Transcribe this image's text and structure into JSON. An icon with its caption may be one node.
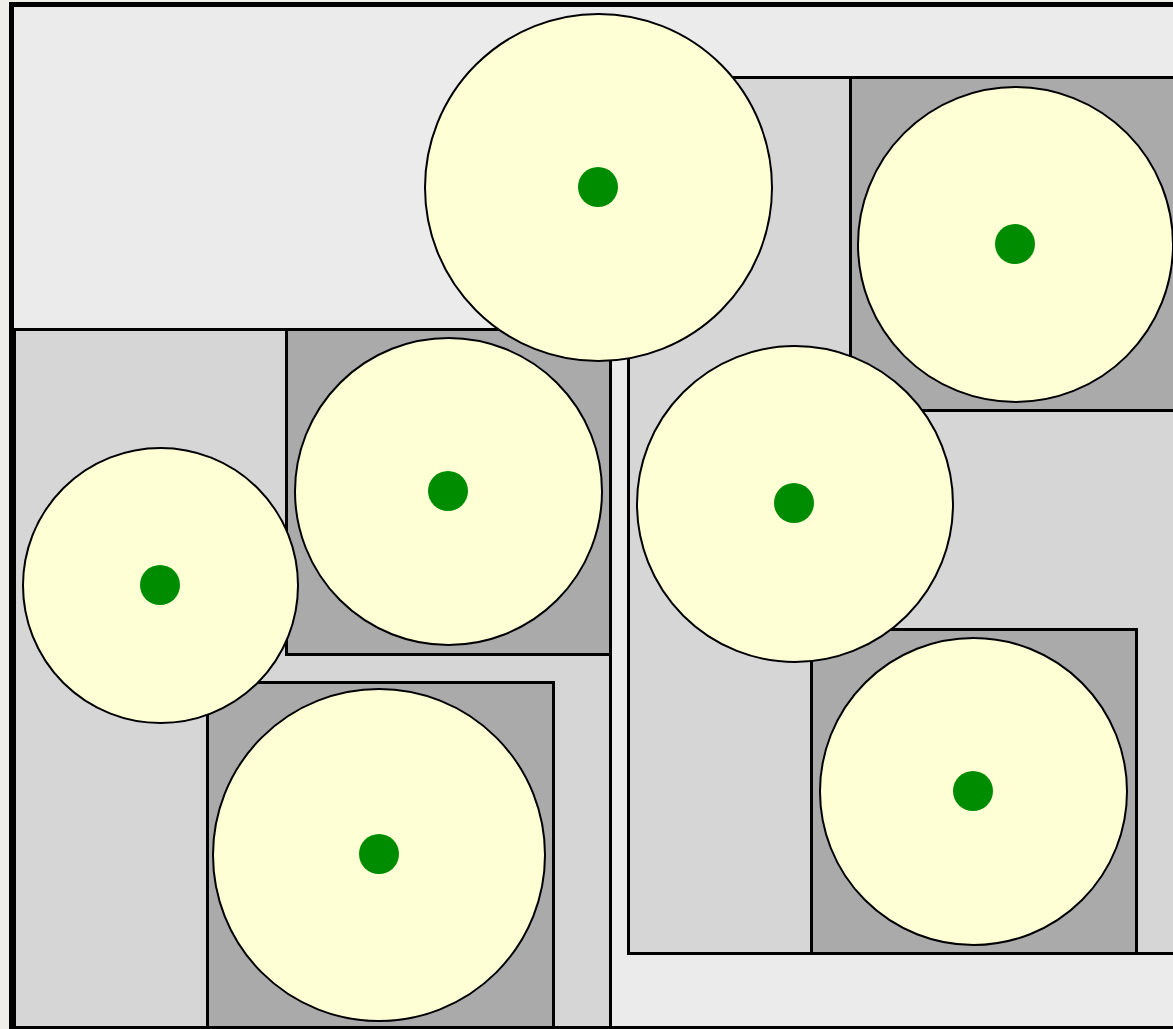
{
  "diagram": {
    "nodes": [
      {
        "text": [],
        "shape": "box"
      },
      {
        "text": [],
        "shape": "circle",
        "in": 0
      },
      {
        "text": [],
        "shape": "circle",
        "in": 1
      },
      {
        "text": [],
        "shape": "box",
        "in": 0
      },
      {
        "text": [],
        "shape": "box",
        "in": 3
      },
      {
        "text": [],
        "shape": "circle",
        "in": 4
      },
      {
        "text": [],
        "shape": "circle",
        "in": 5
      },
      {
        "text": [],
        "shape": "box",
        "in": 0
      },
      {
        "text": [],
        "shape": "box",
        "in": 7
      },
      {
        "text": [],
        "shape": "circle",
        "in": 8
      },
      {
        "text": [],
        "shape": "circle",
        "in": 9
      },
      {
        "text": [],
        "shape": "circle",
        "in": 3
      },
      {
        "text": [],
        "shape": "circle",
        "in": 11
      },
      {
        "text": [],
        "shape": "circle",
        "in": 7
      },
      {
        "text": [],
        "shape": "circle",
        "in": 13
      },
      {
        "text": [],
        "shape": "box",
        "in": 7
      },
      {
        "text": [],
        "shape": "circle",
        "in": 15
      },
      {
        "text": [],
        "shape": "circle",
        "in": 16
      },
      {
        "text": [],
        "shape": "box",
        "in": 3
      },
      {
        "text": [],
        "shape": "circle",
        "in": 18
      },
      {
        "text": [],
        "shape": "circle",
        "in": 19
      }
    ]
  }
}
